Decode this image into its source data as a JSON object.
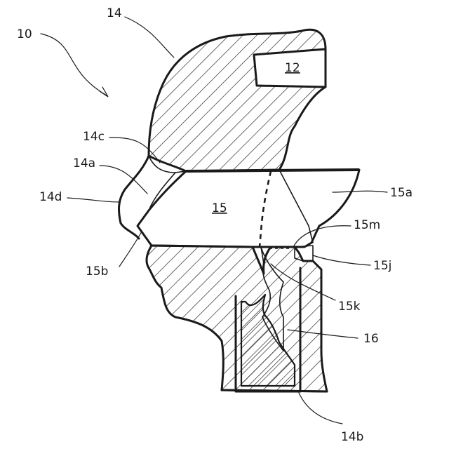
{
  "figure": {
    "labels": {
      "ref_10": "10",
      "ref_14": "14",
      "ref_12": "12",
      "ref_14c": "14c",
      "ref_14a": "14a",
      "ref_14d": "14d",
      "ref_15": "15",
      "ref_15a": "15a",
      "ref_15m": "15m",
      "ref_15b": "15b",
      "ref_15j": "15j",
      "ref_15k": "15k",
      "ref_16": "16",
      "ref_14b": "14b"
    },
    "colors": {
      "ink": "#1a1a1a",
      "background": "#ffffff"
    }
  }
}
